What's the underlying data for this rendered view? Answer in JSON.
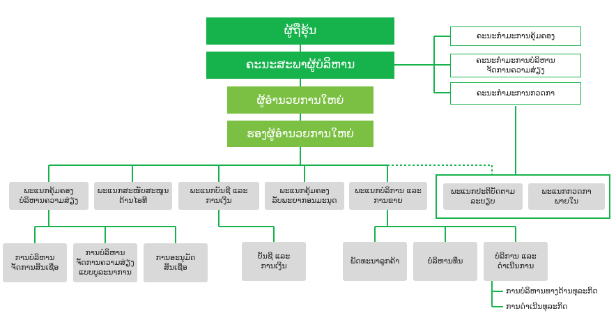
{
  "colors": {
    "dark_green": "#16b24b",
    "light_green": "#7bc043",
    "grey": "#d9d9d9"
  },
  "top": {
    "shareholders": "ຜູ້ຖືຮຸ້ນ",
    "board": "ຄະນະສະພາຜູ້ບໍລິຫານ",
    "md": "ຜູ້ອຳນວຍການໃຫຍ່",
    "deputy_md": "ຮອງຜູ້ອຳນວຍການໃຫຍ່"
  },
  "committees": [
    "ຄະນະກຳມະການຄຸ້ມຄອງ",
    "ຄະນະກຳມະການບໍລິຫານ\nຈັດການຄວາມສ່ຽງ",
    "ຄະນະກຳມະການກວດກາ"
  ],
  "departments": [
    "ພະແນກຄຸ້ມຄອງ\nບໍລິຫານຄວາມສ່ຽງ",
    "ພະແນກສະໜັບສະໜູນ\nດ້ານໄອທີ",
    "ພະແນກບັນຊີ ແລະ\nການເງິນ",
    "ພະແນກຄຸ້ມຄອງ\nລັບພະຍາກອນມະນຸດ",
    "ພະແນກບໍລິການ ແລະ\nການຂາຍ"
  ],
  "audit_units": [
    "ພະແນກປະຕິບັດຕາມ\nລະບຽບ",
    "ພະແນກກວດກາພາຍໃນ"
  ],
  "risk_units": [
    "ການບໍລິຫານ\nຈັດການສິນເຊື່ອ",
    "ການບໍລິຫານ\nຈັດການຄວາມສ່ຽງ\nແບບບູລະນາການ",
    "ການອະນຸມັດ\nສິນເຊື່ອ"
  ],
  "finance_units": [
    "ບັນຊີ ແລະ\nການເງິນ"
  ],
  "service_units": [
    "ພັດທະນາລູກຄ້າ",
    "ບໍລິຫານທຶນ",
    "ບໍລິການ ແລະ\nດຳເນີນການ"
  ],
  "operations_items": [
    "ການບໍລິຫານທາງດ້ານທຸລະກິດ",
    "ການດຳເນີນທຸລະກິດ"
  ]
}
